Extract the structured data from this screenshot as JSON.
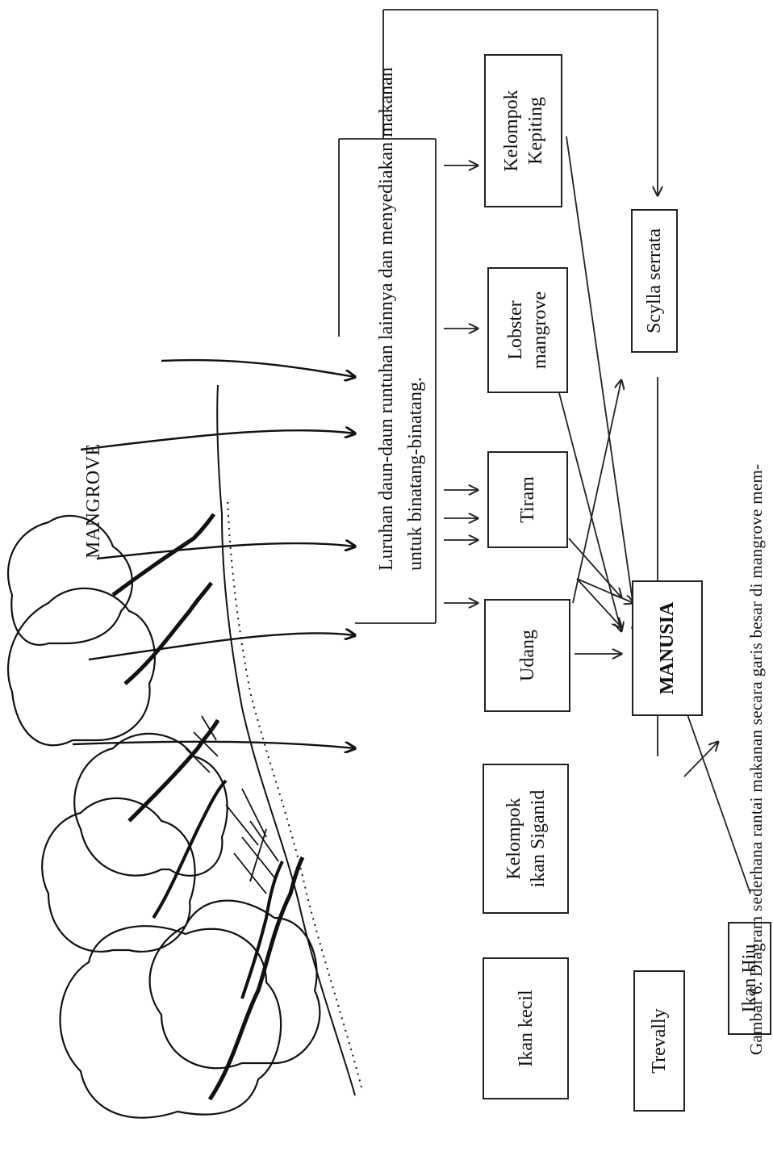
{
  "title": "MANGROVE",
  "detritus_text_line1": "Luruhan daun-daun runtuhan lainnya dan menyediakan makanan",
  "detritus_text_line2": "untuk binatang-binatang.",
  "nodes": {
    "ikan_kecil": "Ikan kecil",
    "siganid_l1": "Kelompok",
    "siganid_l2": "ikan Siganid",
    "udang": "Udang",
    "tiram": "Tiram",
    "lobster_l1": "Lobster",
    "lobster_l2": "mangrove",
    "kepiting_l1": "Kelompok",
    "kepiting_l2": "Kepiting",
    "trevally": "Trevally",
    "ikan_hiu": "Ikan Hiu",
    "scylla": "Scylla  serrata",
    "manusia": "MANUSIA"
  },
  "caption": "Gambar 6. Diagram sederhana rantai makanan secara garis besar di mangrove mem-"
}
